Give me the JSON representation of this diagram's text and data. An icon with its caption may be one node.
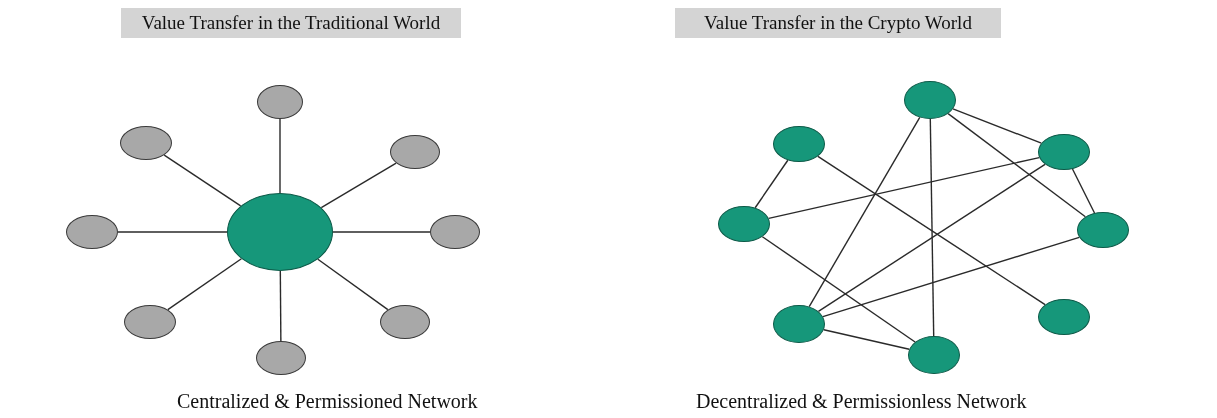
{
  "diagram": {
    "nodes": [
      {
        "text": [
          "Value Transfer in the Traditional World"
        ]
      },
      {
        "text": [],
        "shape": "circle"
      },
      {
        "text": [],
        "shape": "circle"
      },
      {
        "text": [],
        "shape": "circle"
      },
      {
        "text": [],
        "shape": "circle"
      },
      {
        "text": [],
        "shape": "circle"
      },
      {
        "text": [],
        "shape": "circle"
      },
      {
        "text": [],
        "shape": "circle"
      },
      {
        "text": [],
        "shape": "circle"
      },
      {
        "text": [],
        "shape": "circle"
      },
      {
        "text": [
          "Value Transfer in the Crypto World"
        ]
      },
      {
        "text": [],
        "shape": "circle"
      },
      {
        "text": [],
        "shape": "circle"
      },
      {
        "text": [],
        "shape": "circle"
      },
      {
        "text": [],
        "shape": "circle"
      },
      {
        "text": [],
        "shape": "circle"
      },
      {
        "text": [],
        "shape": "circle"
      },
      {
        "text": [],
        "shape": "circle"
      },
      {
        "text": [],
        "shape": "circle"
      }
    ],
    "edges": [
      {
        "from": 5,
        "to": 1,
        "arrow": "none"
      },
      {
        "from": 5,
        "to": 2,
        "arrow": "none"
      },
      {
        "from": 5,
        "to": 3,
        "arrow": "none"
      },
      {
        "from": 5,
        "to": 4,
        "arrow": "none"
      },
      {
        "from": 5,
        "to": 6,
        "arrow": "none"
      },
      {
        "from": 5,
        "to": 7,
        "arrow": "none"
      },
      {
        "from": 5,
        "to": 8,
        "arrow": "none"
      },
      {
        "from": 5,
        "to": 9,
        "arrow": "none"
      },
      {
        "from": 11,
        "to": 13,
        "arrow": "none"
      },
      {
        "from": 11,
        "to": 17,
        "arrow": "none"
      },
      {
        "from": 11,
        "to": 18,
        "arrow": "none"
      },
      {
        "from": 11,
        "to": 15,
        "arrow": "none"
      },
      {
        "from": 12,
        "to": 14,
        "arrow": "none"
      },
      {
        "from": 12,
        "to": 16,
        "arrow": "none"
      },
      {
        "from": 14,
        "to": 13,
        "arrow": "none"
      },
      {
        "from": 14,
        "to": 18,
        "arrow": "none"
      },
      {
        "from": 13,
        "to": 15,
        "arrow": "none"
      },
      {
        "from": 13,
        "to": 17,
        "arrow": "none"
      },
      {
        "from": 15,
        "to": 17,
        "arrow": "none"
      },
      {
        "from": 17,
        "to": 18,
        "arrow": "none"
      }
    ],
    "labels": [
      "Centralized & Permissioned Network",
      "Decentralized & Permissionless Network"
    ]
  }
}
